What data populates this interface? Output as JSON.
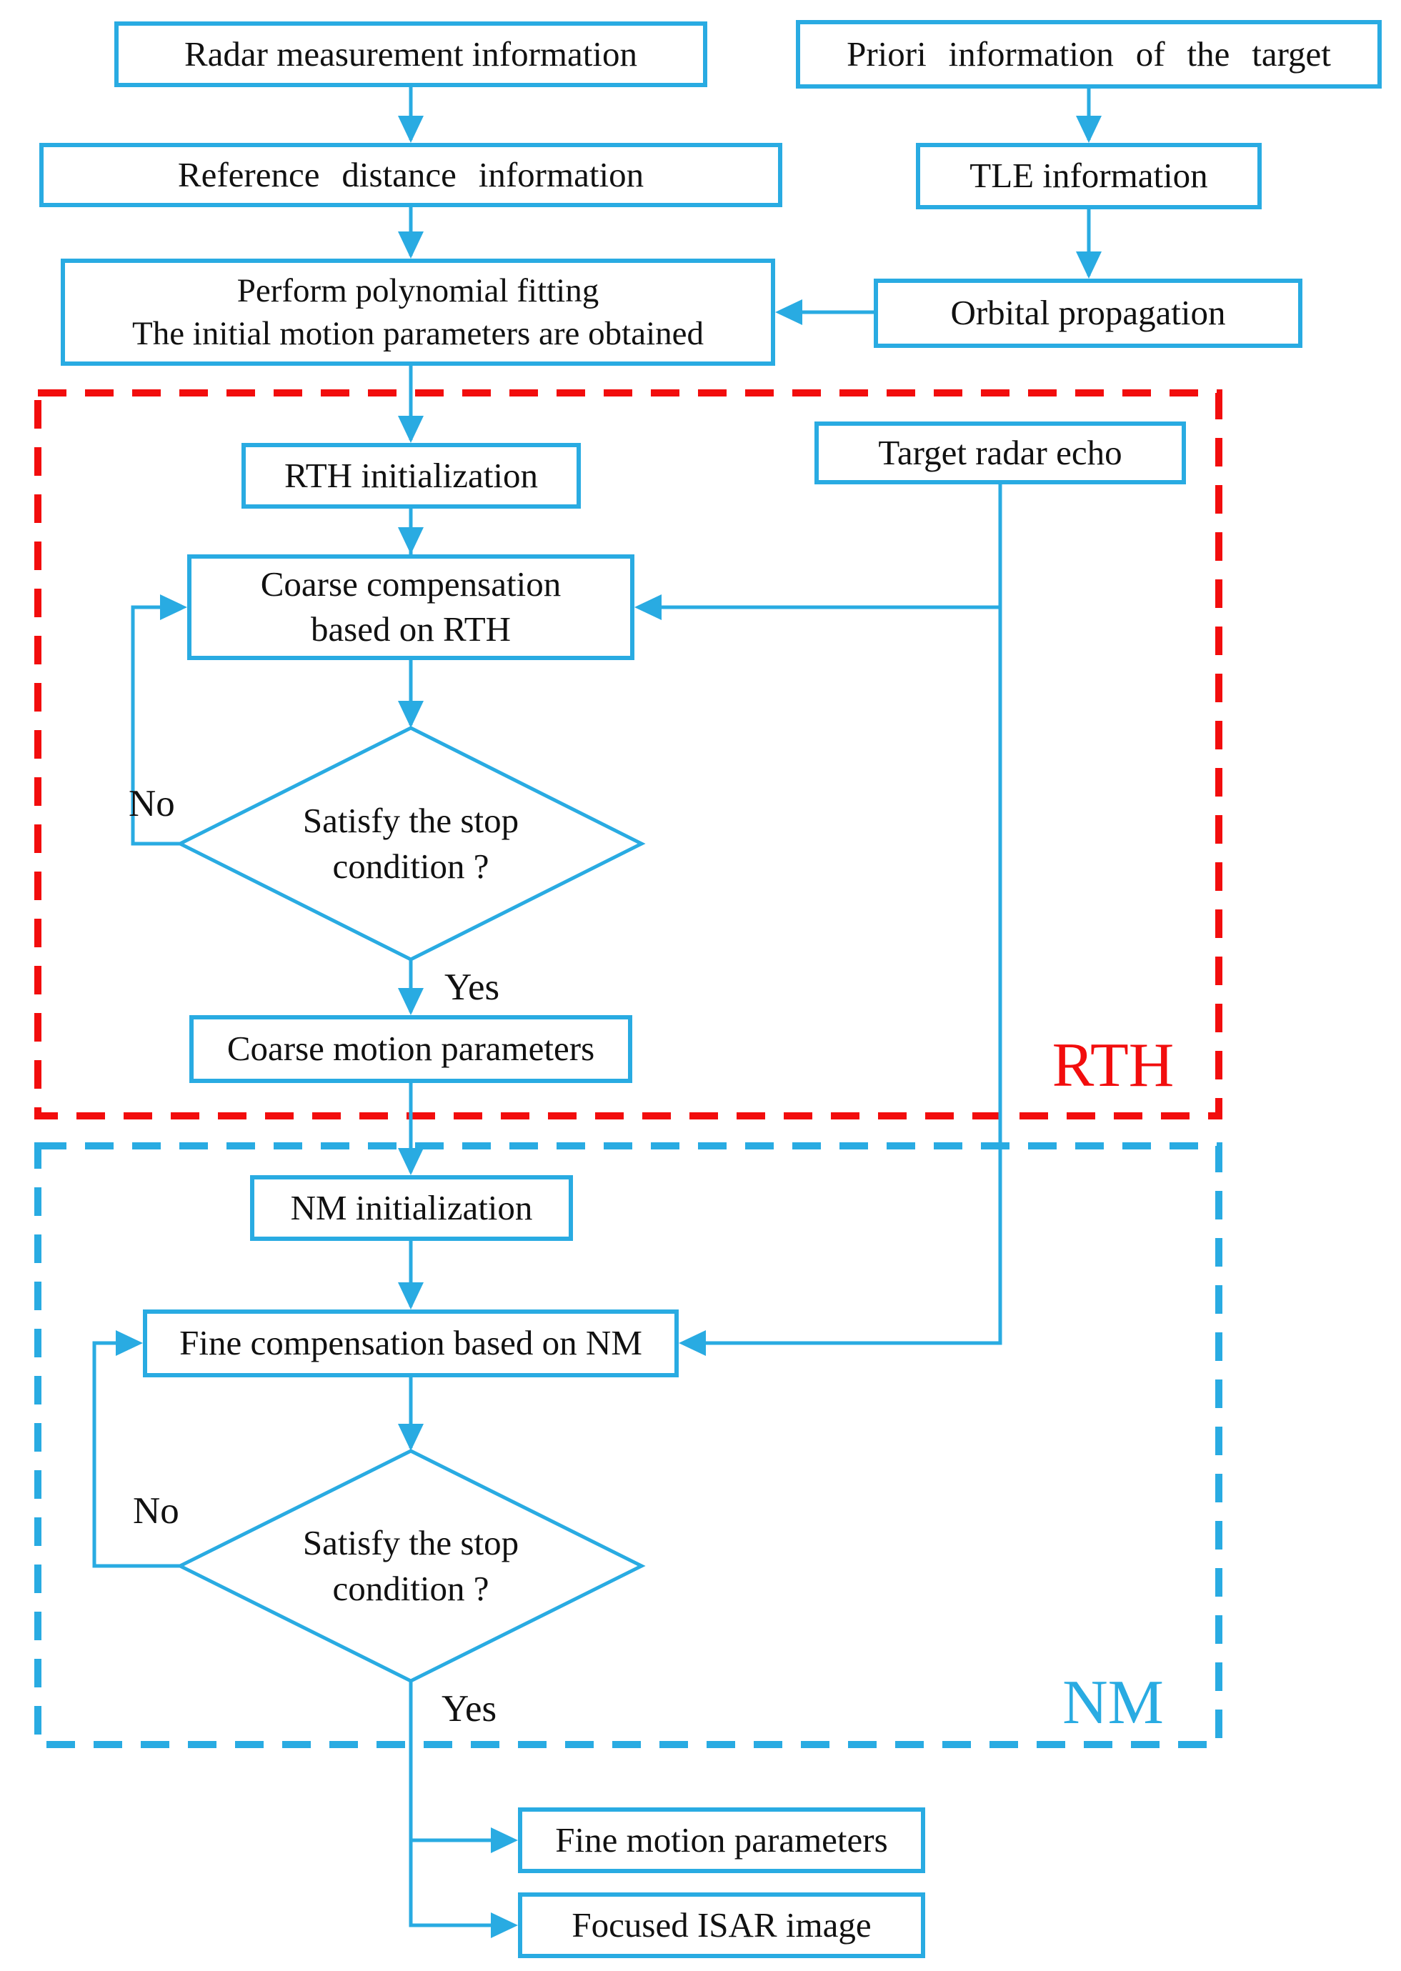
{
  "figure": {
    "colors": {
      "accent_cyan": "#29ABE2",
      "accent_red": "#F20D0D",
      "text": "#111111",
      "background": "#FFFFFF"
    },
    "nodes": {
      "radar_measurement": "Radar measurement information",
      "priori_information": "Priori information of the target",
      "reference_distance": "Reference distance information",
      "tle_information": "TLE information",
      "polynomial_fitting_line1": "Perform polynomial fitting",
      "polynomial_fitting_line2": "The initial motion parameters are obtained",
      "orbital_propagation": "Orbital propagation",
      "rth_initialization": "RTH initialization",
      "target_radar_echo": "Target radar echo",
      "coarse_compensation_line1": "Coarse compensation",
      "coarse_compensation_line2": "based on RTH",
      "coarse_motion_parameters": "Coarse motion parameters",
      "nm_initialization": "NM initialization",
      "fine_compensation": "Fine compensation based on NM",
      "fine_motion_parameters": "Fine motion parameters",
      "focused_isar_image": "Focused ISAR image"
    },
    "decisions": {
      "rth_line1": "Satisfy the stop",
      "rth_line2": "condition ?",
      "nm_line1": "Satisfy the stop",
      "nm_line2": "condition ?"
    },
    "edge_labels": {
      "rth_no": "No",
      "rth_yes": "Yes",
      "nm_no": "No",
      "nm_yes": "Yes"
    },
    "region_labels": {
      "rth": "RTH",
      "nm": "NM"
    }
  }
}
